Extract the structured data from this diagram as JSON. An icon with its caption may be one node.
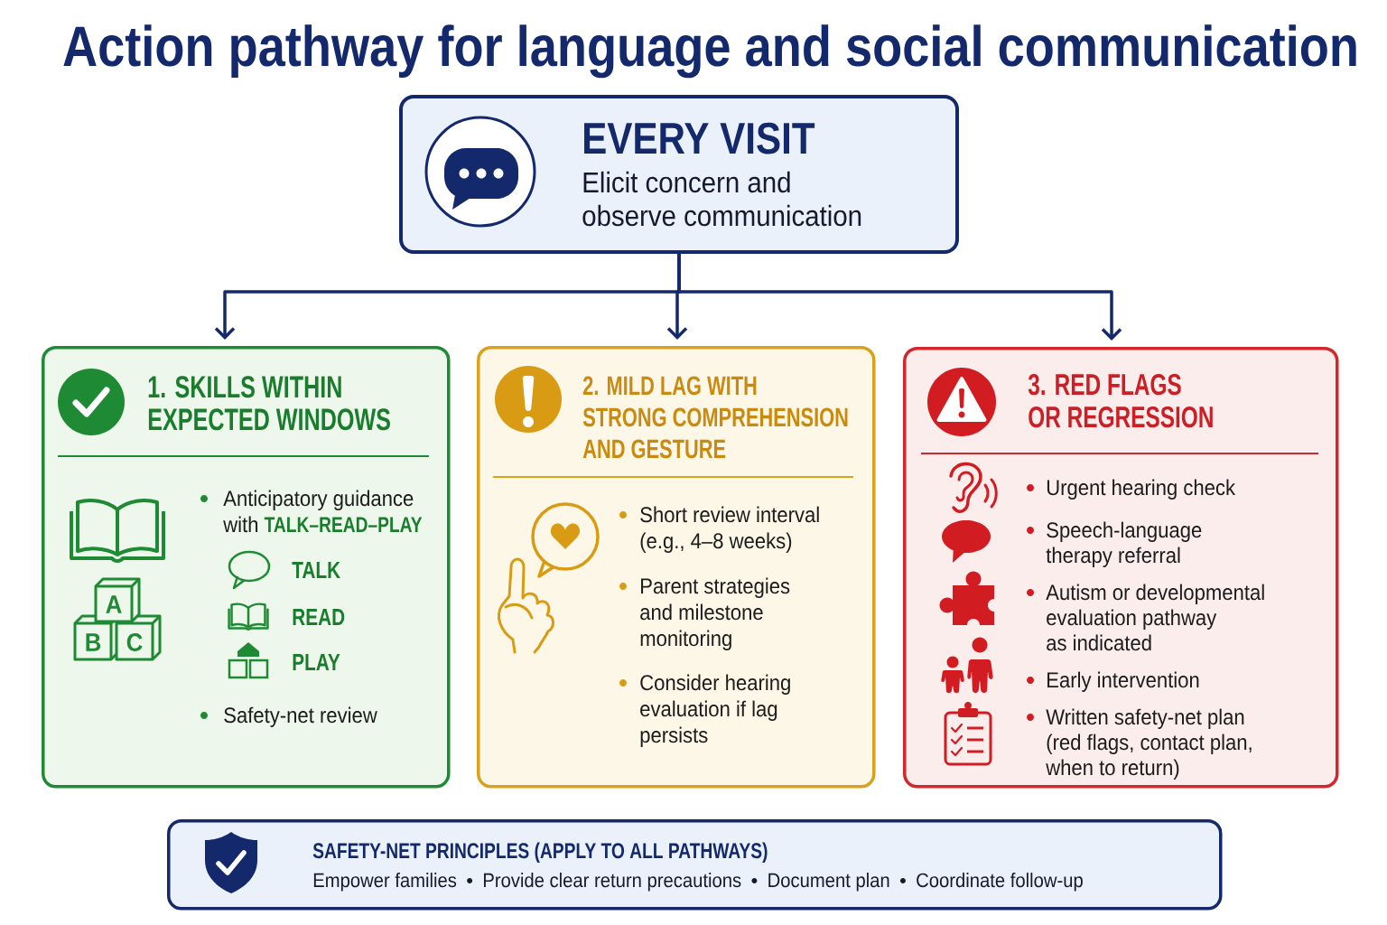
{
  "diagram": {
    "title": "Action pathway for language and social communication",
    "nodes": [
      {
        "text": [
          "EVERY VISIT",
          "Elicit concern and observe communication"
        ]
      },
      {
        "text": [
          "1. SKILLS WITHIN EXPECTED WINDOWS",
          "Anticipatory guidance with **TALK–READ–PLAY**",
          "TALK",
          "READ",
          "PLAY",
          "Safety-net review"
        ]
      },
      {
        "text": [
          "2. MILD LAG WITH STRONG COMPREHENSION AND GESTURE",
          "Short review interval (e.g., 4–8 weeks)",
          "Parent strategies and milestone monitoring",
          "Consider hearing evaluation if lag persists"
        ]
      },
      {
        "text": [
          "3. RED FLAGS OR REGRESSION",
          "Urgent hearing check",
          "Speech-language therapy referral",
          "Autism or developmental evaluation pathway as indicated",
          "Early intervention",
          "Written safety-net plan (red flags, contact plan, when to return)"
        ]
      },
      {
        "text": [
          "SAFETY-NET PRINCIPLES (APPLY TO ALL PATHWAYS)",
          "Empower families",
          "Provide clear return precautions",
          "Document plan",
          "Coordinate follow-up"
        ]
      }
    ],
    "edges": [
      {
        "from": 0,
        "to": 1,
        "arrow": "to"
      },
      {
        "from": 0,
        "to": 2,
        "arrow": "to"
      },
      {
        "from": 0,
        "to": 3,
        "arrow": "to"
      }
    ],
    "labels": [
      "A",
      "B",
      "C"
    ]
  }
}
